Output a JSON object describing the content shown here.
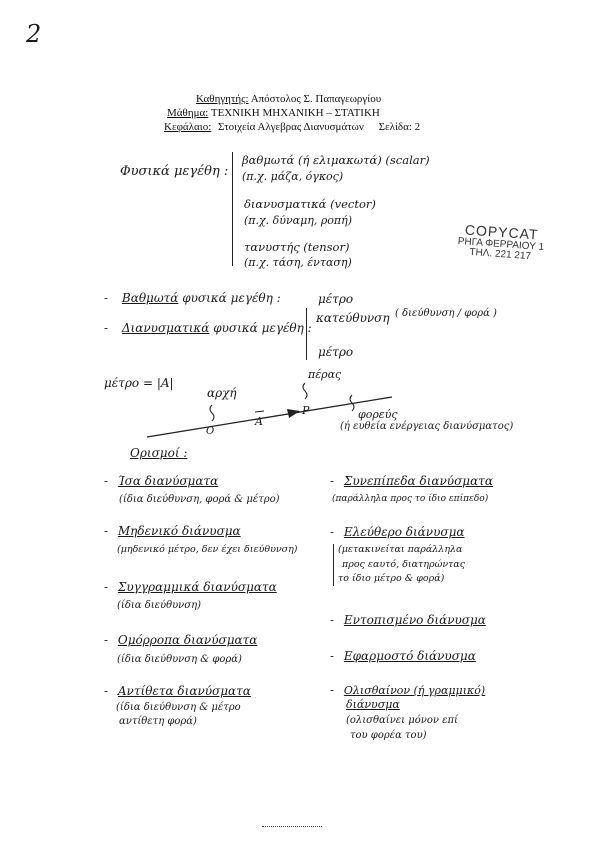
{
  "page_number": "2",
  "header": {
    "teacher_label": "Καθηγητής:",
    "teacher_name": "Απόστολος Σ. Παπαγεωργίου",
    "course_label": "Μάθημα:",
    "course_name": "ΤΕΧΝΙΚΗ ΜΗΧΑΝΙΚΗ – ΣΤΑΤΙΚΗ",
    "chapter_label": "Κεφάλαιο:",
    "chapter_name": "Στοιχεία Αλγεβρας Διανυσμάτων",
    "page_label": "Σελίδα: 2"
  },
  "stamp": {
    "line1": "COPYCAT",
    "line2": "ΡΗΓΑ ΦΕΡΡΑΙΟΥ 1",
    "line3": "ΤΗΛ. 221 217"
  },
  "physical": {
    "label": "Φυσικά μεγέθη :",
    "scalar": "βαθμωτά (ή ελιμακωτά) (scalar)",
    "scalar_ex": "(π.χ. μάζα, όγκος)",
    "vector": "διανυσματικά (vector)",
    "vector_ex": "(π.χ. δύναμη, ροπή)",
    "tensor": "τανυστής (tensor)",
    "tensor_ex": "(π.χ. τάση, ένταση)"
  },
  "scalar_line": {
    "dash": "-",
    "term": "Βαθμωτά",
    "rest": "φυσικά μεγέθη :",
    "value": "μέτρο"
  },
  "vector_line": {
    "dash": "-",
    "term": "Διανυσματικά",
    "rest": "φυσικά μεγέθη :",
    "item1": "κατεύθυνση",
    "item1_paren": "( διεύθυνση / φορά )",
    "item2": "μέτρο"
  },
  "diagram": {
    "magnitude": "μέτρο = |A|",
    "start": "αρχή",
    "end": "πέρας",
    "origin": "O",
    "vector_label": "A",
    "point_p": "P",
    "carrier": "φορεύς",
    "carrier_note": "(ή ευθεία ενέργειας διανύσματος)"
  },
  "definitions_title": "Ορισμοί :",
  "left_defs": [
    {
      "term": "Ίσα διανύσματα",
      "note": "(ίδια διεύθυνση, φορά & μέτρο)"
    },
    {
      "term": "Μηδενικό διάνυσμα",
      "note": "(μηδενικό μέτρο, δεν έχει διεύθυνση)"
    },
    {
      "term": "Συγγραμμικά διανύσματα",
      "note": "(ίδια διεύθυνση)"
    },
    {
      "term": "Ομόρροπα διανύσματα",
      "note": "(ίδια διεύθυνση & φορά)"
    },
    {
      "term": "Αντίθετα διανύσματα",
      "note": "(ίδια διεύθυνση & μέτρο",
      "note2": "αντίθετη φορά)"
    }
  ],
  "right_defs": [
    {
      "term": "Συνεπίπεδα διανύσματα",
      "note": "(παράλληλα προς το ίδιο επίπεδο)"
    },
    {
      "term": "Ελεύθερο διάνυσμα",
      "note": "(μετακινείται παράλληλα",
      "note2": "προς εαυτό, διατηρώντας",
      "note3": "το ίδιο μέτρο & φορά)"
    },
    {
      "term": "Εντοπισμένο διάνυσμα"
    },
    {
      "term": "Εφαρμοστό διάνυσμα"
    },
    {
      "term": "Ολισθαίνον (ή γραμμικό)",
      "term2": "διάνυσμα",
      "note": "(ολισθαίνει μόνον επί",
      "note2": "του φορέα του)"
    }
  ]
}
